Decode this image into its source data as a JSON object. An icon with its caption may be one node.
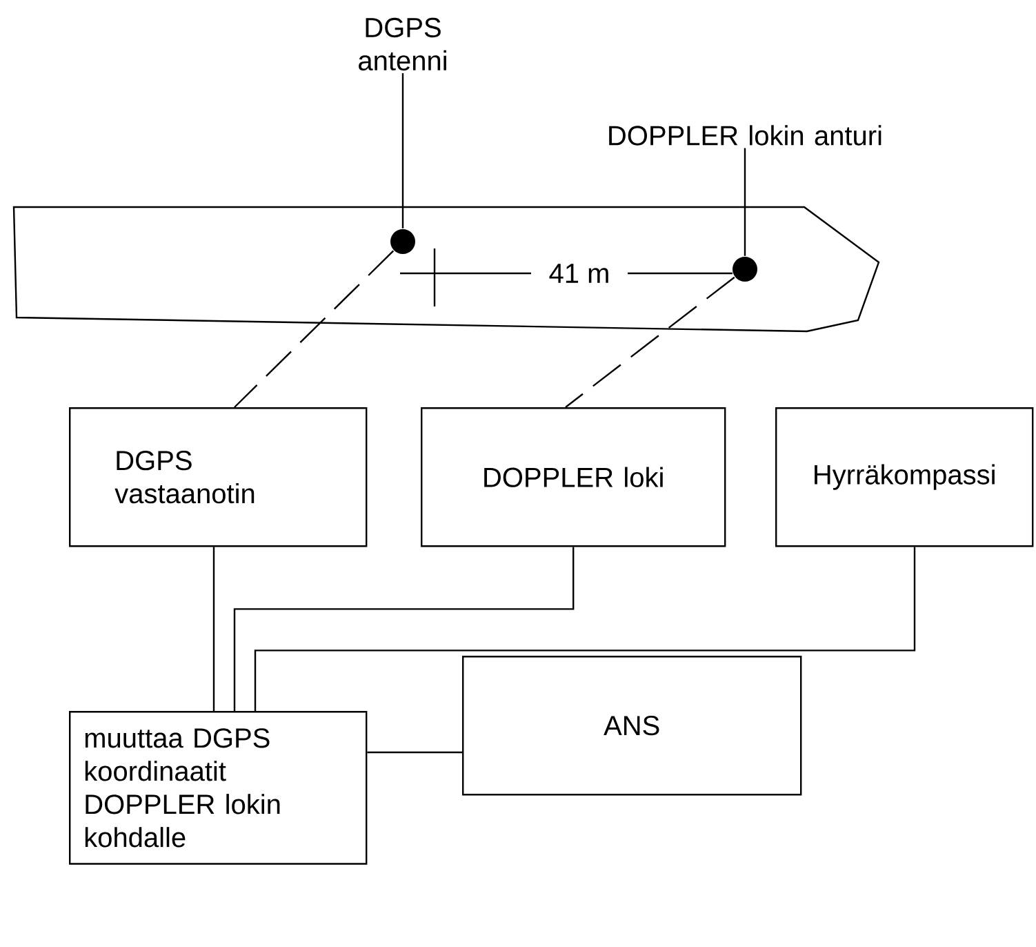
{
  "diagram": {
    "nodes": [
      {
        "text": [
          "DGPS antenni"
        ]
      },
      {
        "text": [],
        "shape": "circle"
      },
      {
        "text": [
          "DOPPLER lokin anturi"
        ]
      },
      {
        "text": [],
        "shape": "circle"
      },
      {
        "text": [
          "DGPS vastaanotin"
        ]
      },
      {
        "text": [
          "DOPPLER loki"
        ]
      },
      {
        "text": [
          "Hyrräkompassi"
        ]
      },
      {
        "text": [
          "muuttaa DGPS koordinaatit DOPPLER lokin kohdalle"
        ]
      },
      {
        "text": [
          "ANS"
        ]
      }
    ],
    "edges": [
      {
        "from": 0,
        "to": 1,
        "arrow": "none"
      },
      {
        "from": 2,
        "to": 3,
        "arrow": "none"
      },
      {
        "from": 1,
        "to": 4,
        "arrow": "none",
        "style": "dashed"
      },
      {
        "from": 3,
        "to": 5,
        "arrow": "none",
        "style": "dashed"
      },
      {
        "from": 4,
        "to": 7,
        "arrow": "none"
      },
      {
        "from": 5,
        "to": 7,
        "arrow": "none"
      },
      {
        "from": 6,
        "to": 7,
        "arrow": "none"
      },
      {
        "from": 7,
        "to": 8,
        "arrow": "none"
      }
    ],
    "labels": [
      "41 m"
    ]
  }
}
